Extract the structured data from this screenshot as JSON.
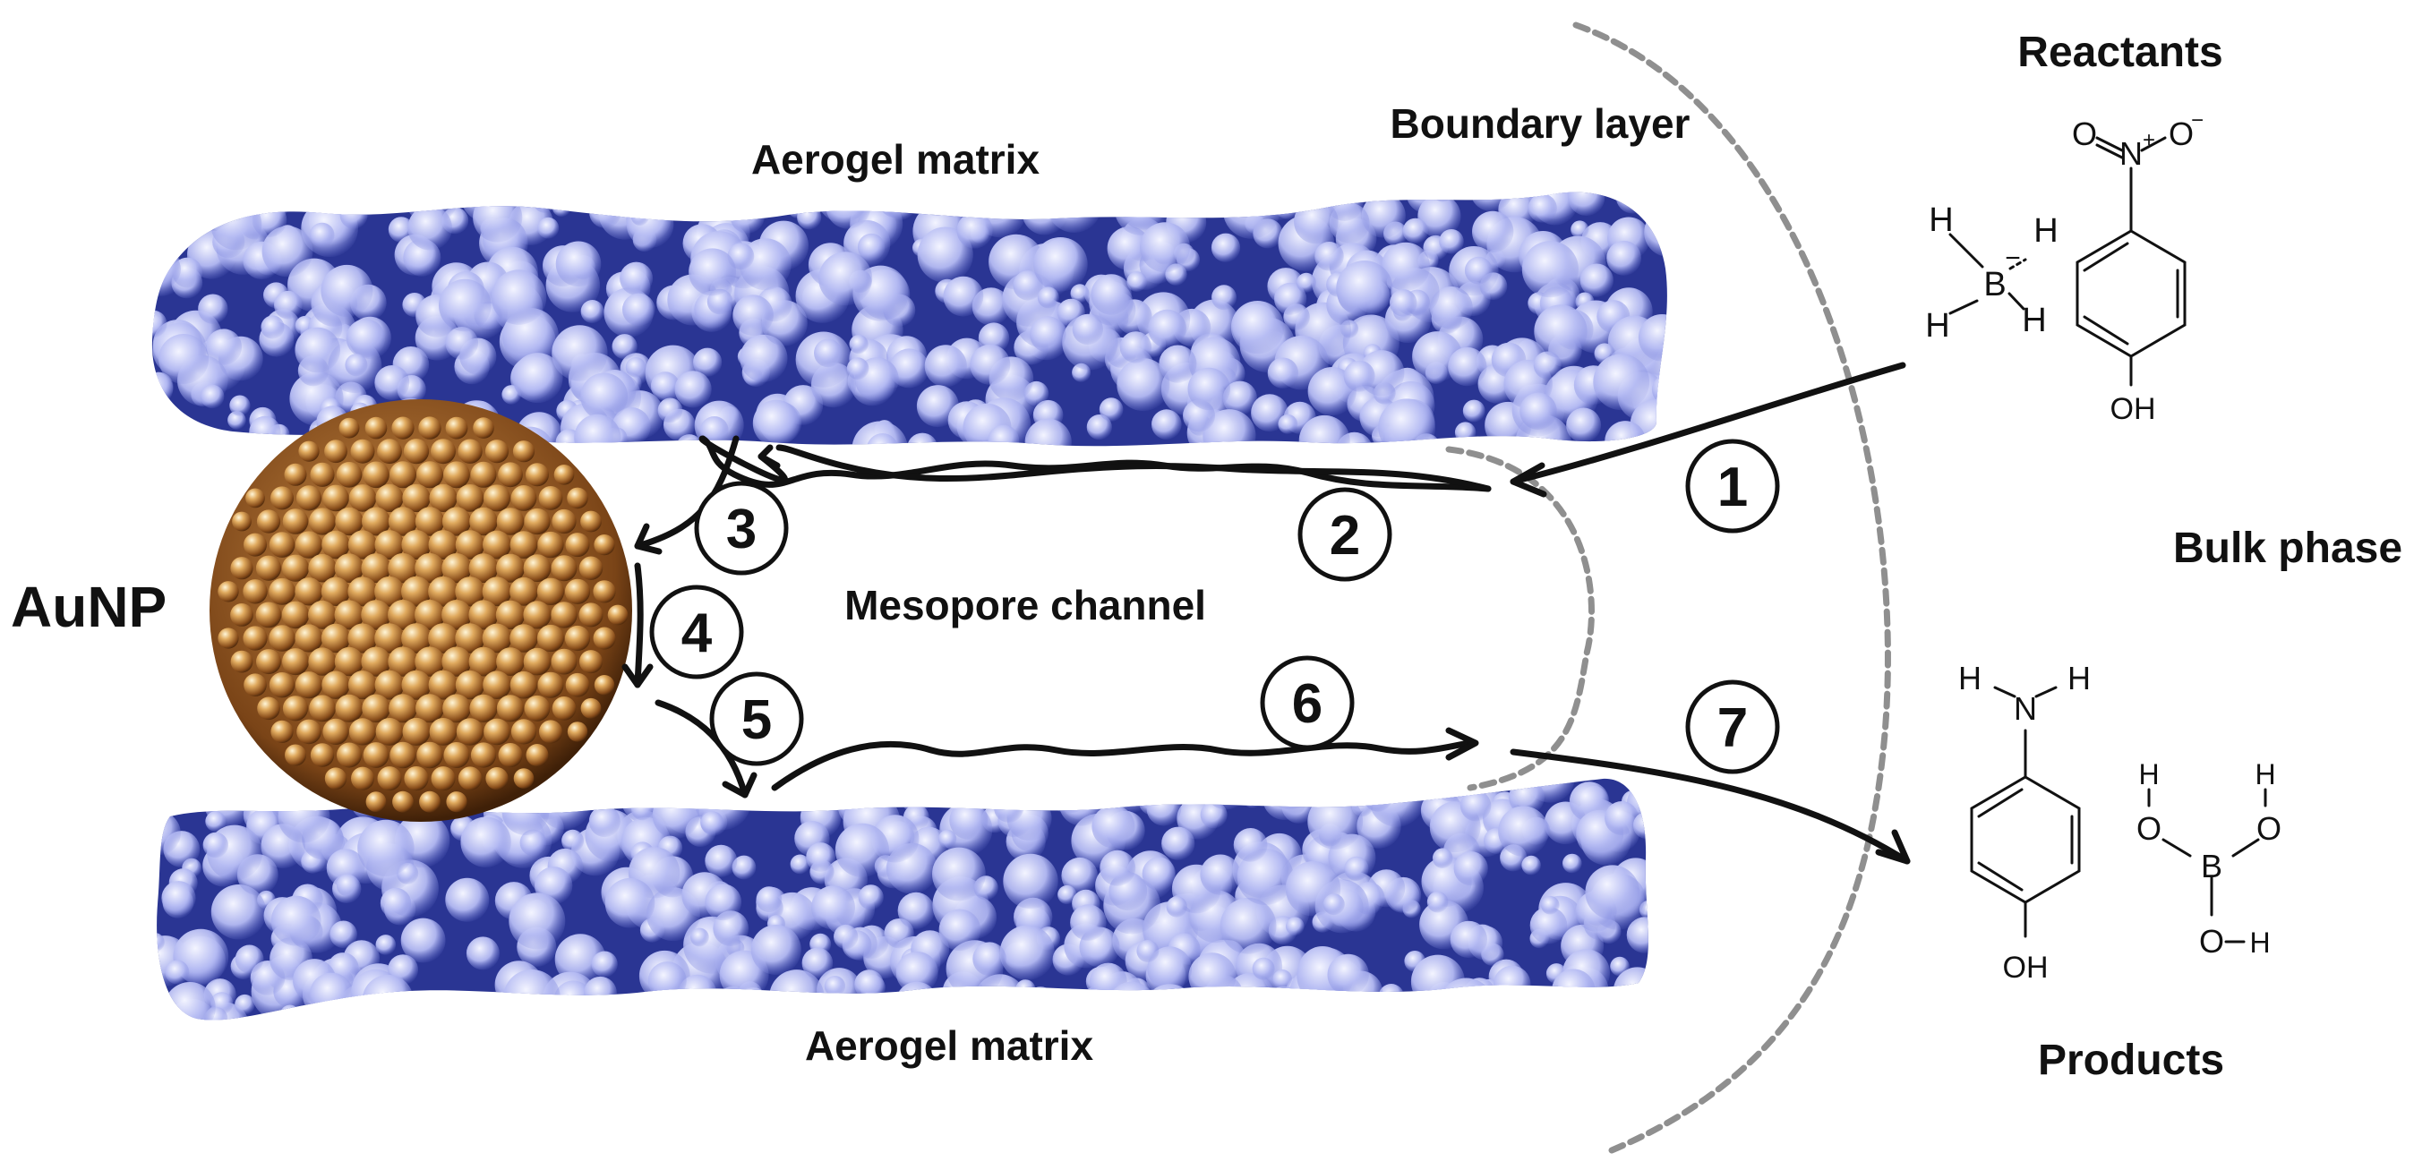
{
  "labels": {
    "reactants": "Reactants",
    "products": "Products",
    "boundary_layer": "Boundary layer",
    "bulk_phase": "Bulk phase",
    "aerogel_top": "Aerogel matrix",
    "aerogel_bottom": "Aerogel matrix",
    "mesopore": "Mesopore channel",
    "aunp": "AuNP"
  },
  "steps": [
    "1",
    "2",
    "3",
    "4",
    "5",
    "6",
    "7"
  ],
  "molecules": {
    "borohydride": {
      "boron": "B",
      "charge": "−",
      "hydrogen": "H"
    },
    "nitrophenol": {
      "nitrogen": "N",
      "oxygen": "O",
      "hydroxyl": "OH",
      "charge_plus": "+",
      "charge_minus": "−"
    },
    "aminophenol": {
      "nitrogen": "N",
      "hydrogen": "H",
      "hydroxyl": "OH"
    },
    "boric_acid": {
      "boron": "B",
      "oxygen": "O",
      "hydrogen": "H"
    }
  },
  "colors": {
    "aerogel_dark": "#1f2a86",
    "aerogel_mid": "#5e6ad4",
    "aerogel_light": "#e8ebff",
    "gold_light": "#fff0c2",
    "gold_mid": "#d39a4f",
    "gold_dark": "#6a3a12",
    "boundary_dash": "#8f8f8f",
    "ink": "#111111"
  }
}
